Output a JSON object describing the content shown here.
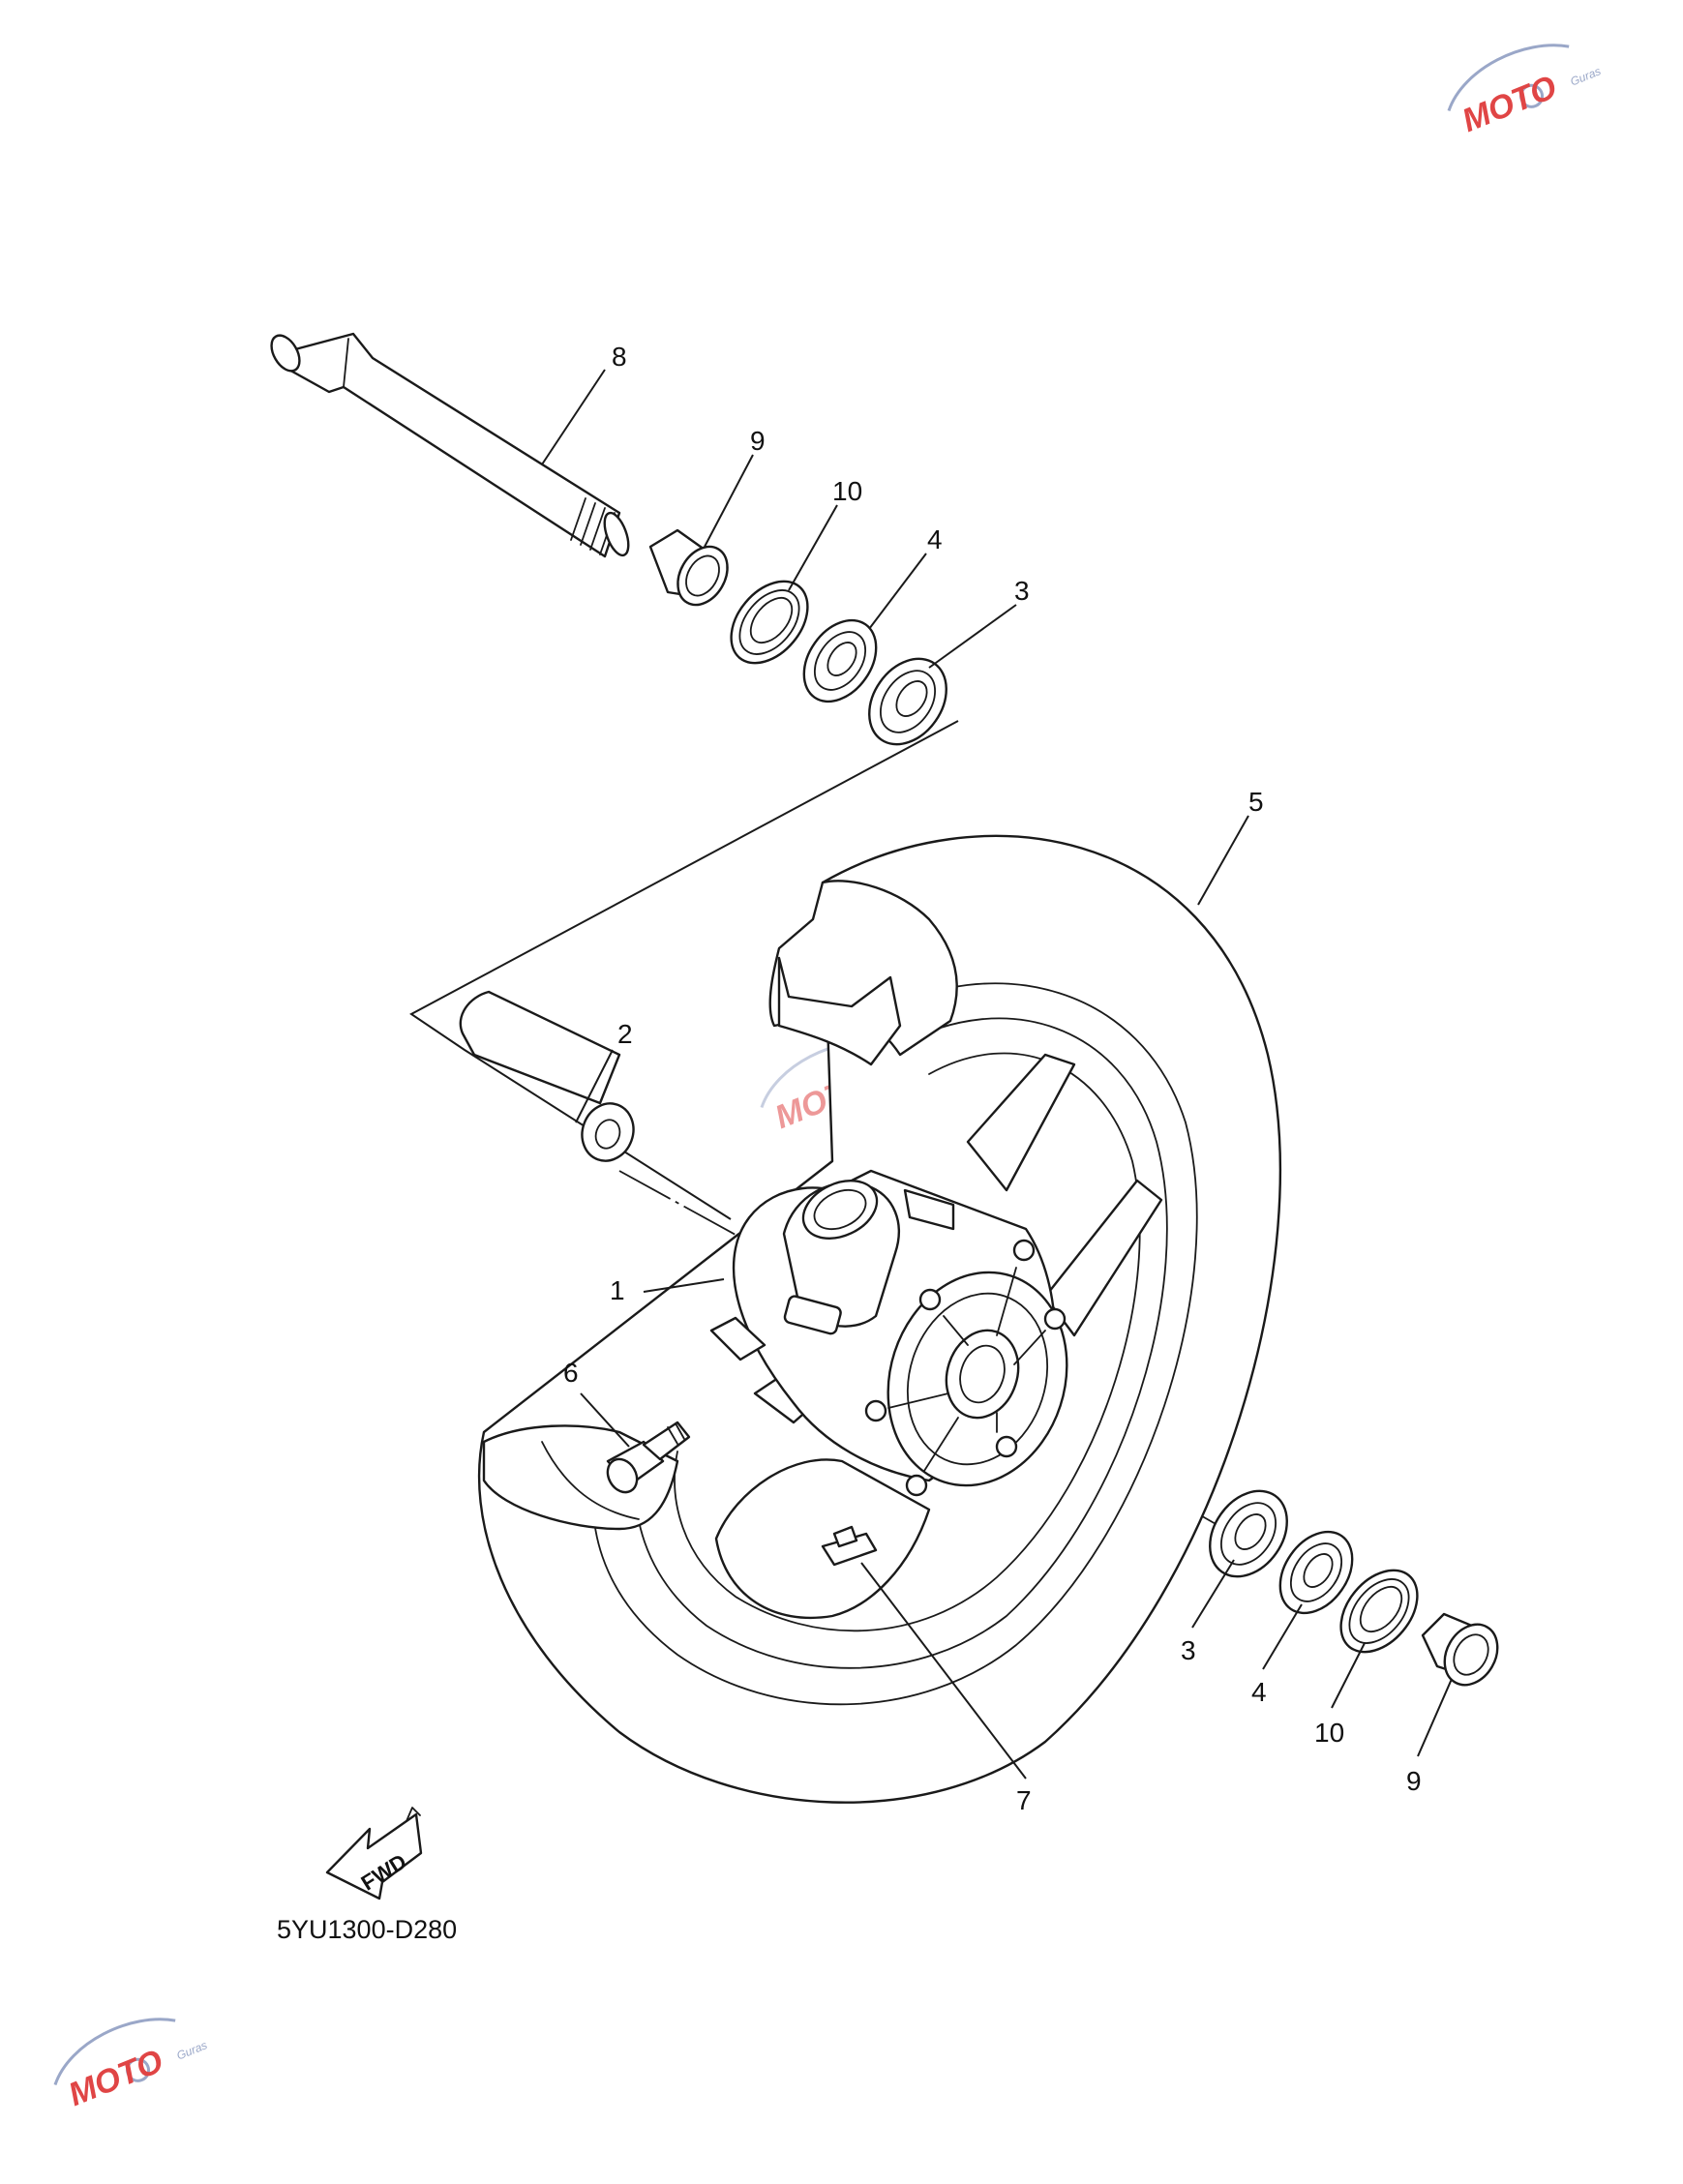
{
  "diagram": {
    "callouts": {
      "c1": "1",
      "c2": "2",
      "c3a": "3",
      "c3b": "3",
      "c4a": "4",
      "c4b": "4",
      "c5": "5",
      "c6": "6",
      "c7": "7",
      "c8": "8",
      "c9a": "9",
      "c9b": "9",
      "c10a": "10",
      "c10b": "10"
    },
    "direction_label": "FWD",
    "diagram_code": "5YU1300-D280"
  },
  "watermark": {
    "logo_text": "MOTO",
    "logo_sub": "Guras",
    "accent": "#e04545",
    "secondary": "#9aa7c8"
  },
  "colors": {
    "line": "#1a1a1a",
    "background": "#ffffff"
  }
}
